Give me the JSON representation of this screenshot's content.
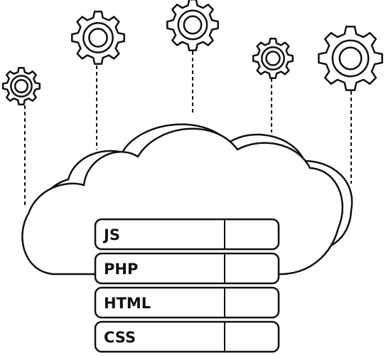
{
  "illustration": {
    "stroke_color": "#111111",
    "fill_color": "#ffffff",
    "gear_icons": [
      "gear-icon",
      "gear-icon",
      "gear-icon",
      "gear-icon",
      "gear-icon"
    ],
    "server_rows": [
      {
        "label": "JS"
      },
      {
        "label": "PHP"
      },
      {
        "label": "HTML"
      },
      {
        "label": "CSS"
      }
    ]
  }
}
